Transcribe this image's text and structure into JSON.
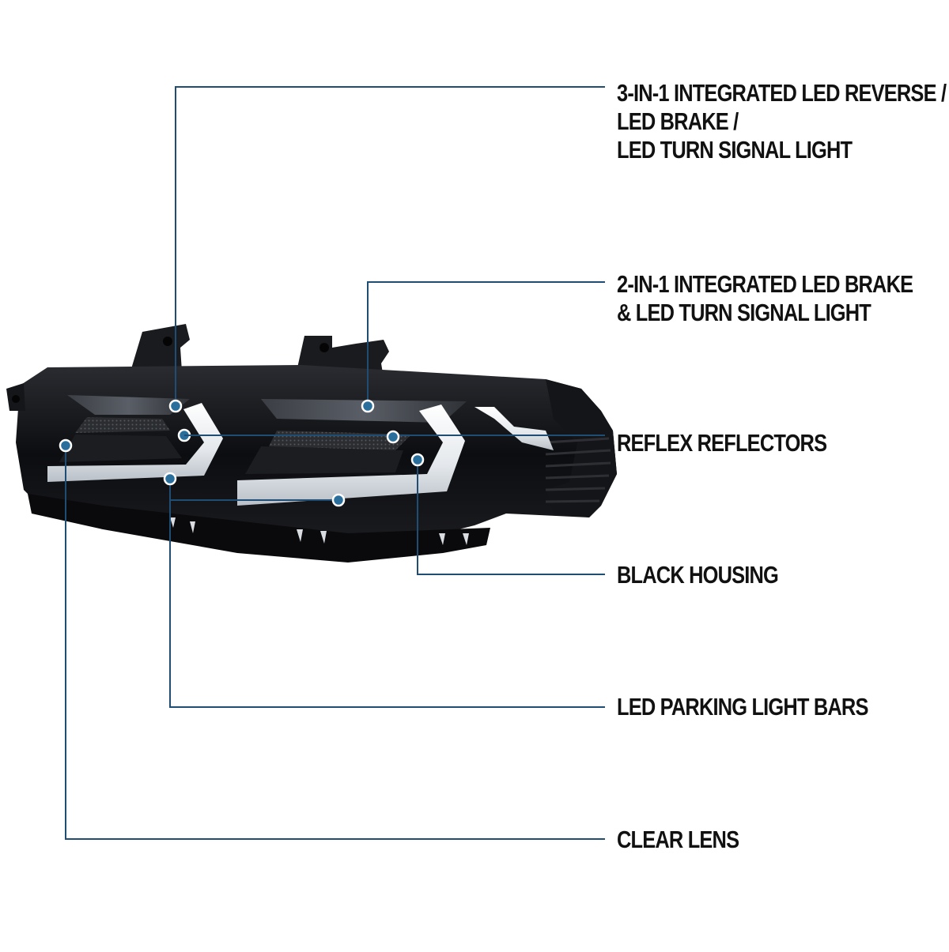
{
  "colors": {
    "leader_line": "#1f4d73",
    "dot_fill": "#2a6f9b",
    "dot_ring": "#ffffff",
    "housing": "#0b0b0d",
    "light_bar": "#f2f4f6"
  },
  "callouts": [
    {
      "id": "led-reverse-brake-turn",
      "lines": [
        "3-IN-1 INTEGRATED LED REVERSE /",
        "LED BRAKE /",
        "LED TURN SIGNAL LIGHT"
      ]
    },
    {
      "id": "led-brake-turn",
      "lines": [
        "2-IN-1 INTEGRATED LED BRAKE",
        "& LED TURN SIGNAL LIGHT"
      ]
    },
    {
      "id": "reflex-reflectors",
      "lines": [
        "REFLEX REFLECTORS"
      ]
    },
    {
      "id": "black-housing",
      "lines": [
        "BLACK HOUSING"
      ]
    },
    {
      "id": "led-parking-light-bars",
      "lines": [
        "LED PARKING LIGHT BARS"
      ]
    },
    {
      "id": "clear-lens",
      "lines": [
        "CLEAR LENS"
      ]
    }
  ]
}
